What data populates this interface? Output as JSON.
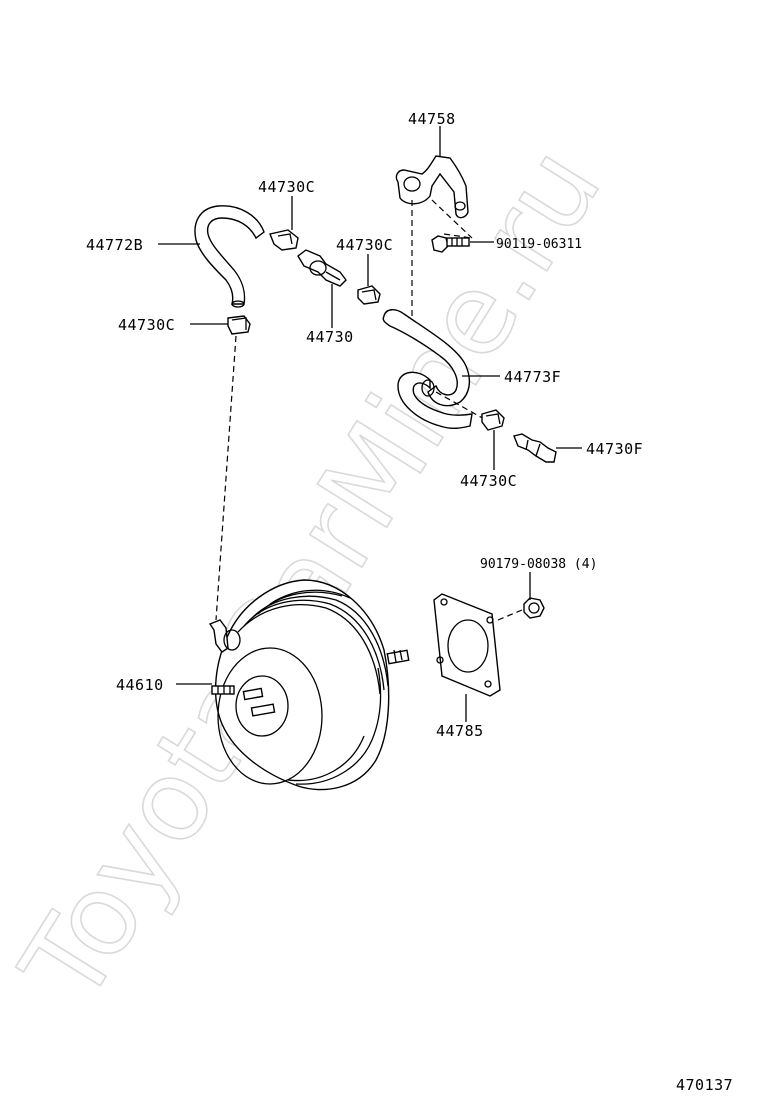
{
  "watermark": "ToyotaCarMine.ru",
  "diagram_id": "470137",
  "labels": {
    "p44758": "44758",
    "p44730C_top": "44730C",
    "p90119": "90119-06311",
    "p44772B": "44772B",
    "p44730C_mid": "44730C",
    "p44730": "44730",
    "p44730C_left": "44730C",
    "p44773F": "44773F",
    "p44730F": "44730F",
    "p44730C_bottom": "44730C",
    "p90179": "90179-08038 (4)",
    "p44610": "44610",
    "p44785": "44785"
  }
}
